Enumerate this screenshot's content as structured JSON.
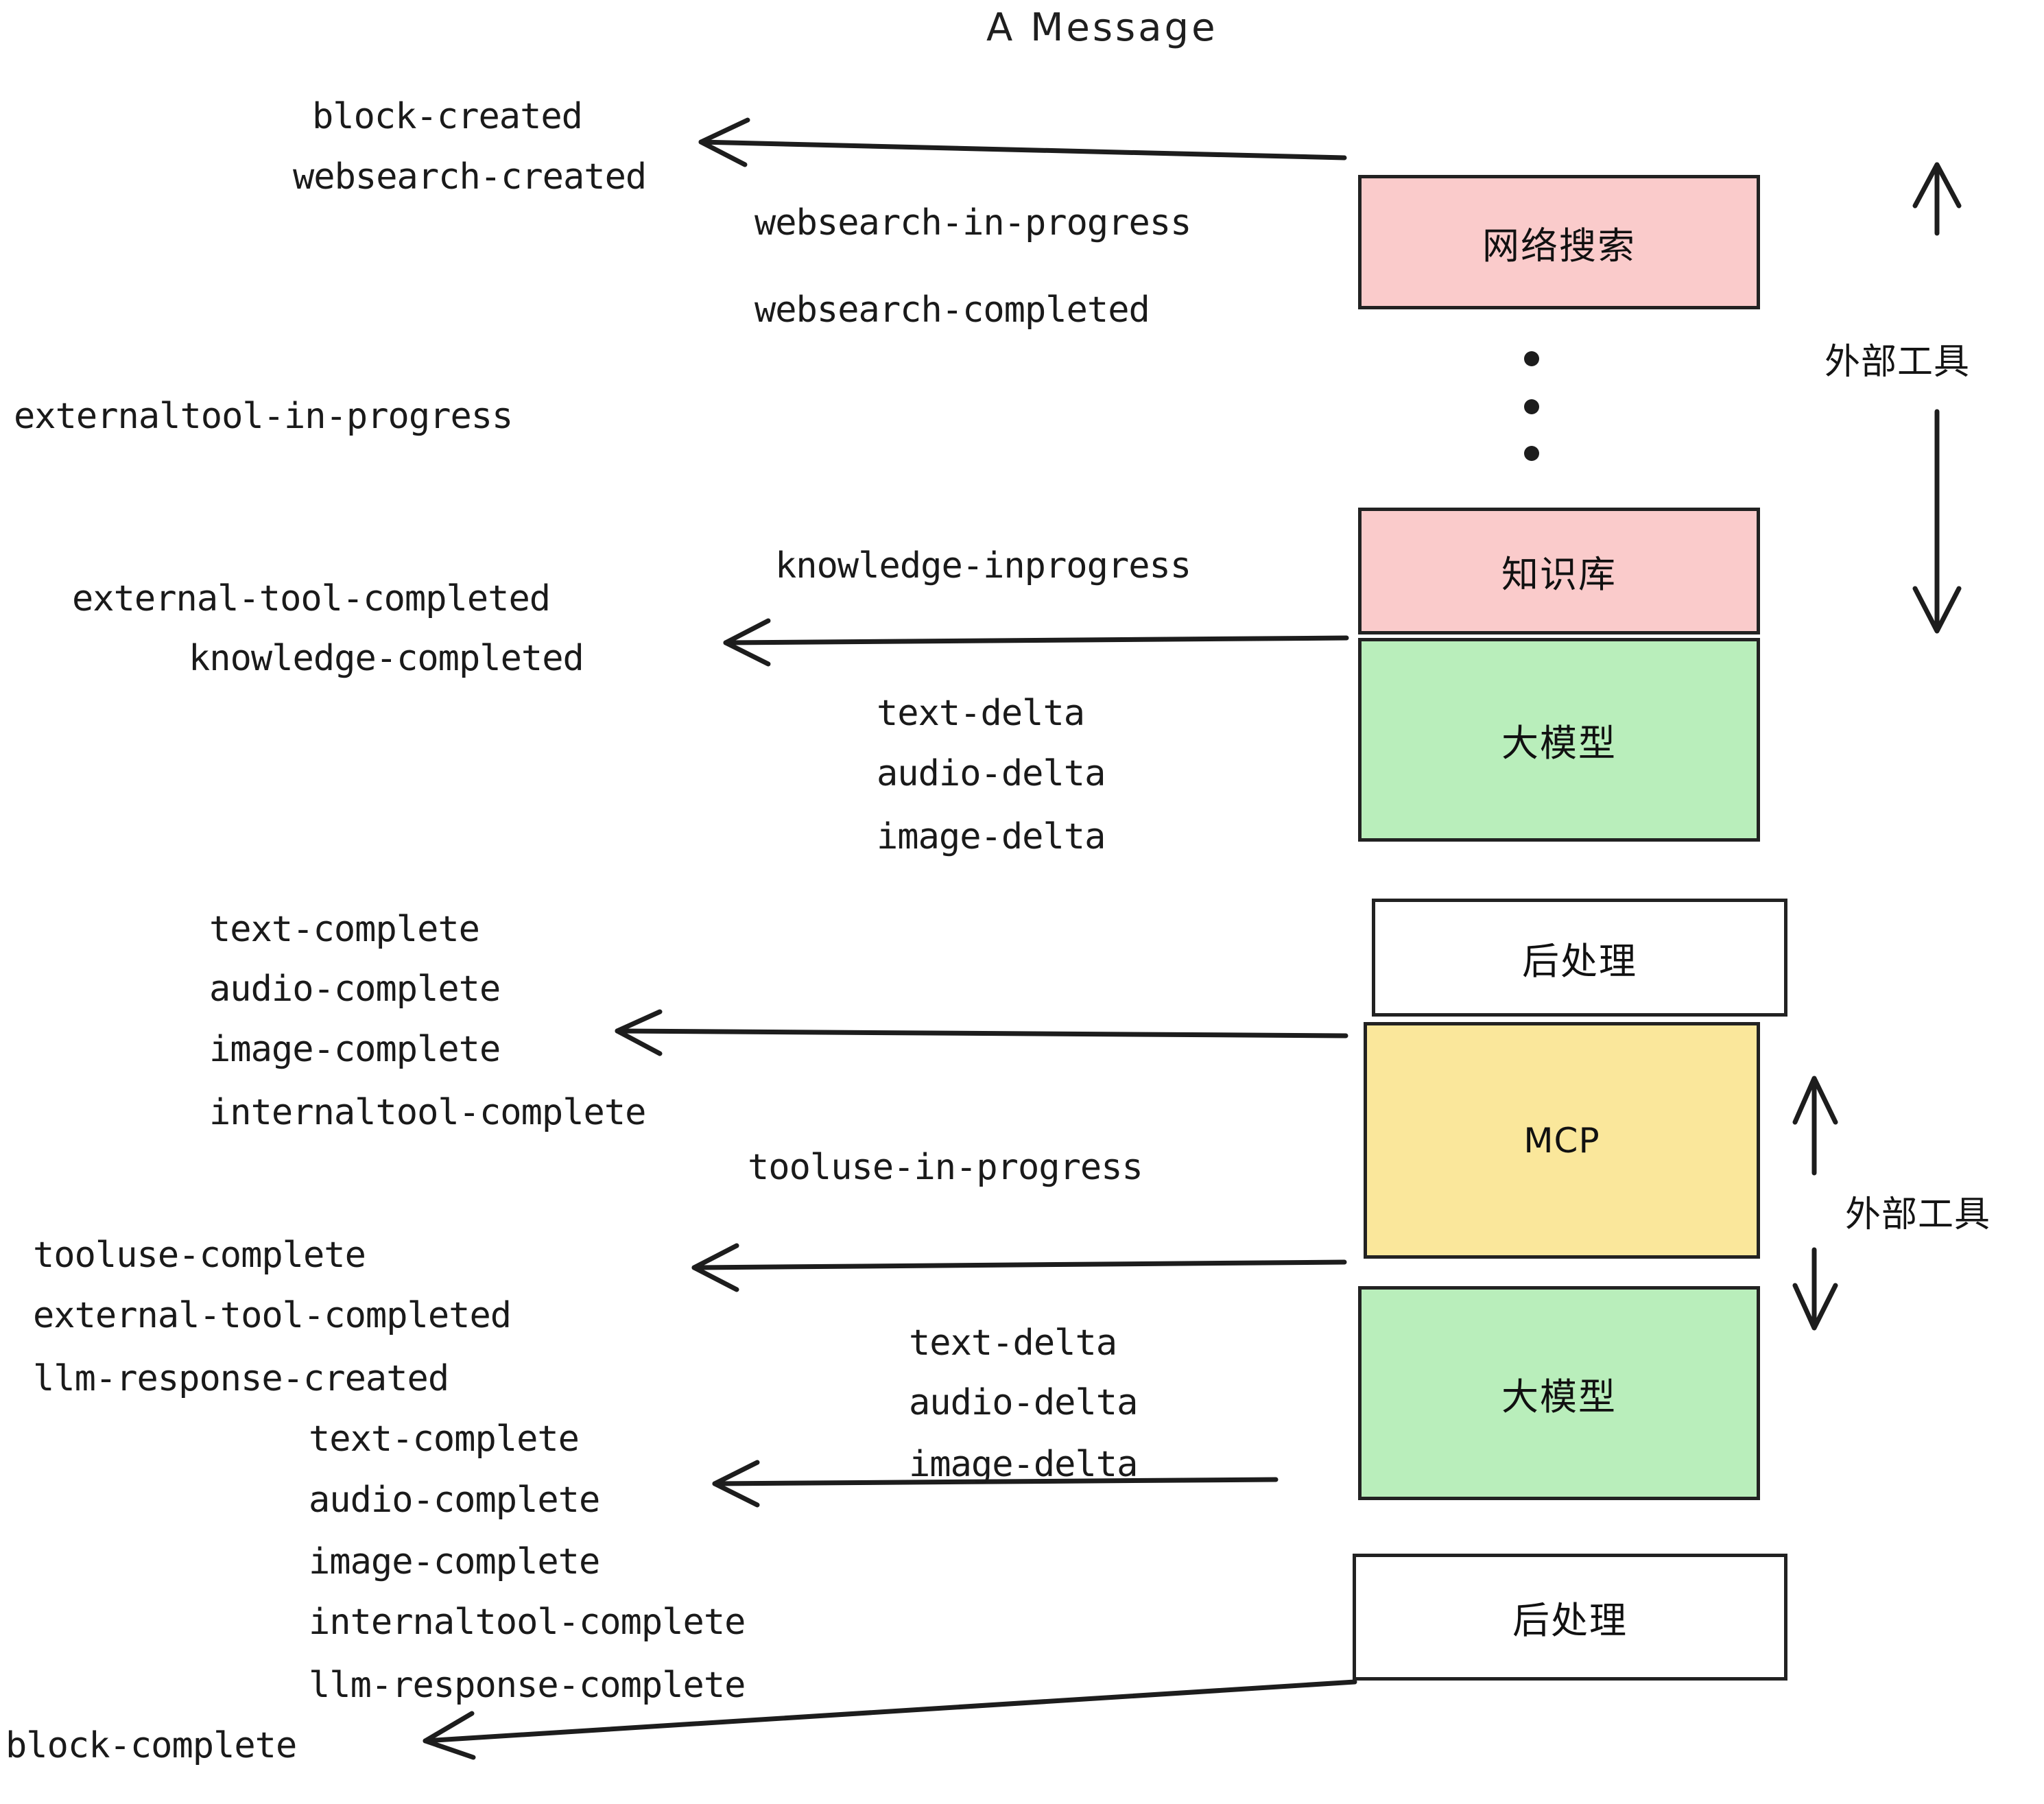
{
  "title": "A Message",
  "colors": {
    "pink": "#FACBCB",
    "green": "#B9EEBB",
    "yellow": "#FAE79B",
    "white": "#FFFFFF",
    "stroke": "#222222",
    "text": "#1A1A1A",
    "background": "#FFFFFF"
  },
  "nodes": [
    {
      "id": "websearch",
      "label": "网络搜索",
      "fill": "pink"
    },
    {
      "id": "knowledge",
      "label": "知识库",
      "fill": "pink"
    },
    {
      "id": "llm-1",
      "label": "大模型",
      "fill": "green"
    },
    {
      "id": "post-1",
      "label": "后处理",
      "fill": "white"
    },
    {
      "id": "mcp",
      "label": "MCP",
      "fill": "yellow"
    },
    {
      "id": "llm-2",
      "label": "大模型",
      "fill": "green"
    },
    {
      "id": "post-2",
      "label": "后处理",
      "fill": "white"
    }
  ],
  "group_labels": [
    {
      "id": "external-tools-top",
      "label": "外部工具"
    },
    {
      "id": "external-tools-bottom",
      "label": "外部工具"
    }
  ],
  "events": {
    "block_created": "block-created",
    "websearch_created": "websearch-created",
    "websearch_in_progress": "websearch-in-progress",
    "websearch_completed": "websearch-completed",
    "externaltool_in_progress": "externaltool-in-progress",
    "knowledge_inprogress": "knowledge-inprogress",
    "external_tool_completed_1": "external-tool-completed",
    "knowledge_completed": "knowledge-completed",
    "text_delta_1": "text-delta",
    "audio_delta_1": "audio-delta",
    "image_delta_1": "image-delta",
    "text_complete_1": "text-complete",
    "audio_complete_1": "audio-complete",
    "image_complete_1": "image-complete",
    "internaltool_complete_1": "internaltool-complete",
    "tooluse_in_progress": "tooluse-in-progress",
    "tooluse_complete": "tooluse-complete",
    "external_tool_completed_2": "external-tool-completed",
    "llm_response_created": "llm-response-created",
    "text_delta_2": "text-delta",
    "audio_delta_2": "audio-delta",
    "image_delta_2": "image-delta",
    "text_complete_2": "text-complete",
    "audio_complete_2": "audio-complete",
    "image_complete_2": "image-complete",
    "internaltool_complete_2": "internaltool-complete",
    "llm_response_complete": "llm-response-complete",
    "block_complete": "block-complete"
  },
  "ellipsis": {
    "id": "vertical-ellipsis",
    "count": 3
  }
}
